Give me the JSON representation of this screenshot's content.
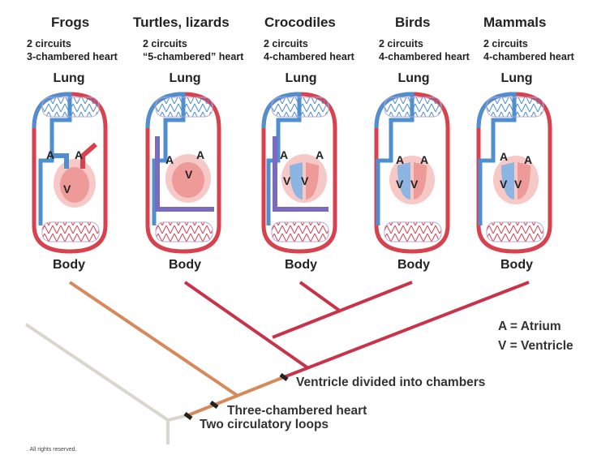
{
  "columns": [
    {
      "name": "Frogs",
      "circuits": "2 circuits",
      "heart": "3-chambered heart",
      "lung": "Lung",
      "body": "Body"
    },
    {
      "name": "Turtles, lizards",
      "circuits": "2 circuits",
      "heart": "“5-chambered” heart",
      "lung": "Lung",
      "body": "Body"
    },
    {
      "name": "Crocodiles",
      "circuits": "2 circuits",
      "heart": "4-chambered heart",
      "lung": "Lung",
      "body": "Body"
    },
    {
      "name": "Birds",
      "circuits": "2 circuits",
      "heart": "4-chambered heart",
      "lung": "Lung",
      "body": "Body"
    },
    {
      "name": "Mammals",
      "circuits": "2 circuits",
      "heart": "4-chambered heart",
      "lung": "Lung",
      "body": "Body"
    }
  ],
  "chamber_labels": {
    "atrium": "A",
    "ventricle": "V"
  },
  "tree_labels": {
    "ventricle_divided": "Ventricle divided into chambers",
    "three_chambered": "Three-chambered heart",
    "two_loops": "Two circulatory loops"
  },
  "legend": {
    "atrium": "A = Atrium",
    "ventricle": "V = Ventricle"
  },
  "footer": ". All rights reserved.",
  "colors": {
    "oxygenated": "#d8414e",
    "deoxygenated": "#4f8fd0",
    "mixed": "#7a6bbf",
    "tree_orange": "#d8895a",
    "tree_red": "#c8334a",
    "tree_gray": "#d9d6ce"
  }
}
